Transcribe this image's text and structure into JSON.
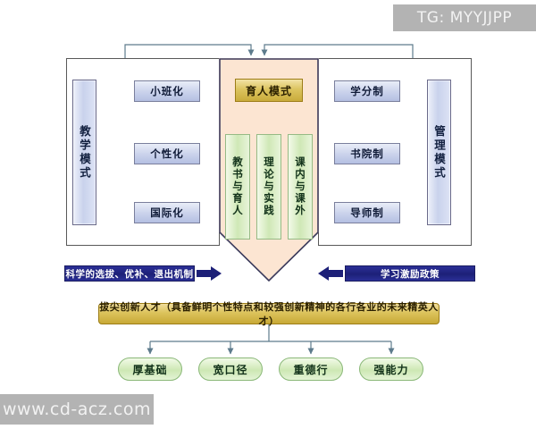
{
  "watermarks": {
    "top": "TG: MYYJJPP",
    "bottom": "www.cd-acz.com"
  },
  "left_panel": {
    "side_label": "教学模式",
    "items": [
      {
        "label": "小班化"
      },
      {
        "label": "个性化"
      },
      {
        "label": "国际化"
      }
    ]
  },
  "center_panel": {
    "header": "育人模式",
    "items": [
      {
        "label": "教书与育人"
      },
      {
        "label": "理论与实践"
      },
      {
        "label": "课内与课外"
      }
    ]
  },
  "right_panel": {
    "side_label": "管理模式",
    "items": [
      {
        "label": "学分制"
      },
      {
        "label": "书院制"
      },
      {
        "label": "导师制"
      }
    ]
  },
  "policy_banners": {
    "left": "科学的选拔、优补、退出机制",
    "right": "学习激励政策"
  },
  "result_banner": "拔尖创新人才（具备鲜明个性特点和较强创新精神的各行各业的未来精英人才）",
  "outcomes": [
    {
      "label": "厚基础"
    },
    {
      "label": "宽口径"
    },
    {
      "label": "重德行"
    },
    {
      "label": "强能力"
    }
  ],
  "colors": {
    "panel_border": "#595959",
    "center_fill": "#fce5d2",
    "center_border": "#3b3b5c",
    "blue_box": "#ccd4ec",
    "green_box": "#cfe8b6",
    "gold_box": "#dcc45f",
    "banner_blue": "#1d2078",
    "connector": "#5d7b8c",
    "watermark_bg": "#b3b3b3"
  }
}
